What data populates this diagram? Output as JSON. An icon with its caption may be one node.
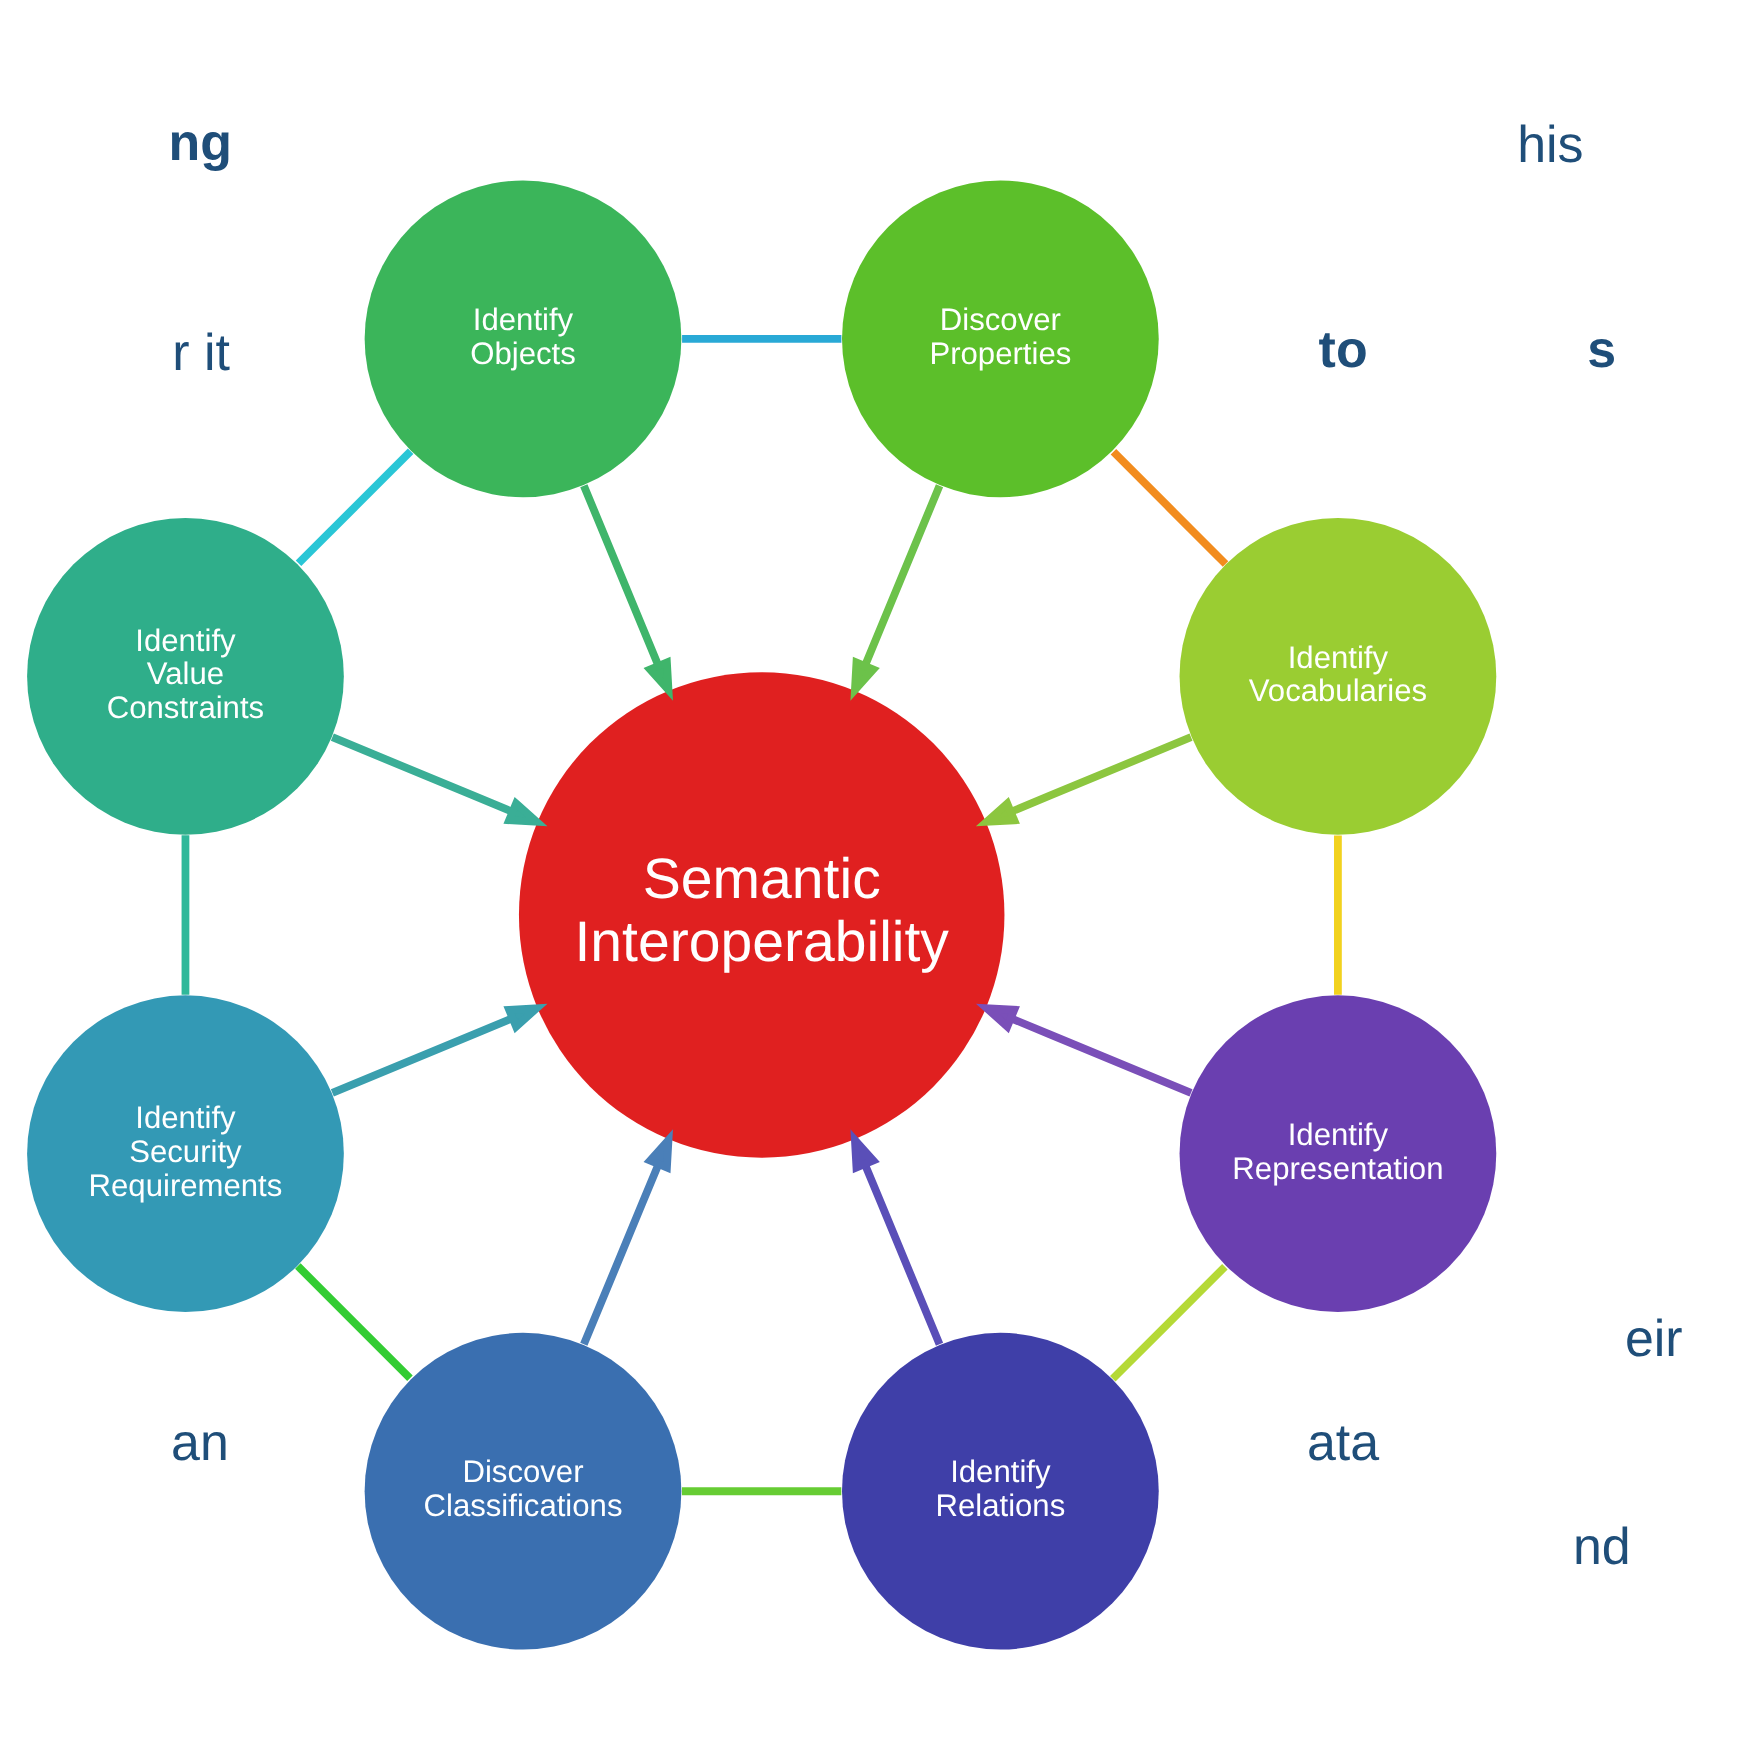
{
  "diagram": {
    "nodes": [
      {
        "text": [
          "Semantic Interoperability"
        ]
      },
      {
        "text": [
          "Identify Vocabularies"
        ]
      },
      {
        "text": [
          "Discover Properties"
        ]
      },
      {
        "text": [
          "Identify Objects"
        ]
      },
      {
        "text": [
          "Identify Value Constraints"
        ]
      },
      {
        "text": [
          "Identify Security Requirements"
        ]
      },
      {
        "text": [
          "Discover Classifications"
        ]
      },
      {
        "text": [
          "Identify Relations"
        ]
      },
      {
        "text": [
          "Identify Representation"
        ]
      }
    ],
    "edges": [
      {
        "from": 1,
        "to": 0,
        "arrow": "to",
        "color": "#8cc63f"
      },
      {
        "from": 2,
        "to": 0,
        "arrow": "to",
        "color": "#6cc24a"
      },
      {
        "from": 3,
        "to": 0,
        "arrow": "to",
        "color": "#3fb56b"
      },
      {
        "from": 4,
        "to": 0,
        "arrow": "to",
        "color": "#3aae96"
      },
      {
        "from": 5,
        "to": 0,
        "arrow": "to",
        "color": "#3a9fae"
      },
      {
        "from": 6,
        "to": 0,
        "arrow": "to",
        "color": "#4a7fb8"
      },
      {
        "from": 7,
        "to": 0,
        "arrow": "to",
        "color": "#5a4fb8"
      },
      {
        "from": 8,
        "to": 0,
        "arrow": "to",
        "color": "#7a4fb8"
      },
      {
        "from": 1,
        "to": 2,
        "arrow": "none",
        "color": "#f28c1e"
      },
      {
        "from": 2,
        "to": 3,
        "arrow": "none",
        "color": "#29a9d6"
      },
      {
        "from": 3,
        "to": 4,
        "arrow": "none",
        "color": "#29c6d6"
      },
      {
        "from": 4,
        "to": 5,
        "arrow": "none",
        "color": "#2fb89a"
      },
      {
        "from": 5,
        "to": 6,
        "arrow": "none",
        "color": "#33cc33"
      },
      {
        "from": 6,
        "to": 7,
        "arrow": "none",
        "color": "#66cc33"
      },
      {
        "from": 7,
        "to": 8,
        "arrow": "none",
        "color": "#b5d936"
      },
      {
        "from": 8,
        "to": 1,
        "arrow": "none",
        "color": "#f2d21e"
      }
    ],
    "labels": [
      "to",
      "ata",
      "his",
      "ng",
      "r it",
      "an",
      "nd",
      "s",
      "eir"
    ]
  }
}
